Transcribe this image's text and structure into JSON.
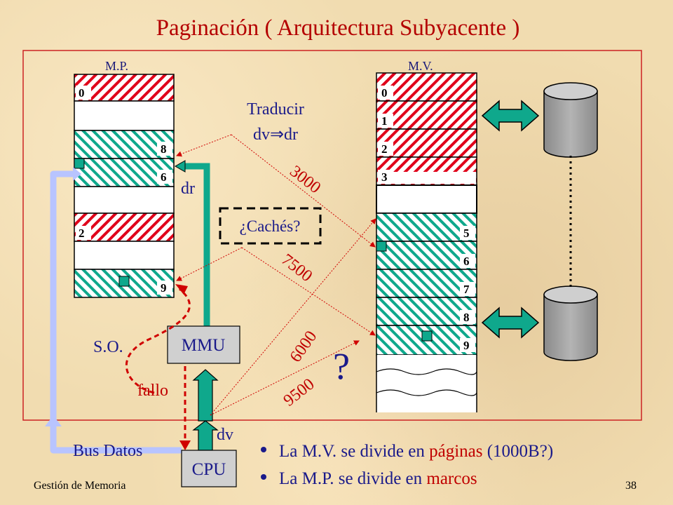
{
  "title": "Paginación  ( Arquitectura  Subyacente )",
  "labels": {
    "mp": "M.P.",
    "mv": "M.V.",
    "traducir": "Traducir",
    "dvdr": "dv⇒dr",
    "dr": "dr",
    "caches": "¿Cachés?",
    "mmu": "MMU",
    "cpu": "CPU",
    "dv": "dv",
    "so": "S.O.",
    "fallo": "fallo",
    "bus": "Bus Datos",
    "question": "?"
  },
  "addresses": [
    "3000",
    "7500",
    "6000",
    "9500"
  ],
  "mp_frame_labels": [
    "0",
    "8",
    "6",
    "2",
    "9"
  ],
  "mv_page_labels": [
    "0",
    "1",
    "2",
    "3",
    "5",
    "6",
    "7",
    "8",
    "9"
  ],
  "bullets": [
    {
      "pre": "La M.V. se divide en ",
      "hl": "páginas",
      "post": " (1000B?)"
    },
    {
      "pre": "La M.P. se divide en ",
      "hl": "marcos",
      "post": ""
    }
  ],
  "footer": {
    "left": "Gestión de Memoria",
    "page": "38"
  },
  "colors": {
    "red": "#c00000",
    "teal": "#0fa88c",
    "blue": "#1a1a8a",
    "bus": "#b8c4ff"
  }
}
